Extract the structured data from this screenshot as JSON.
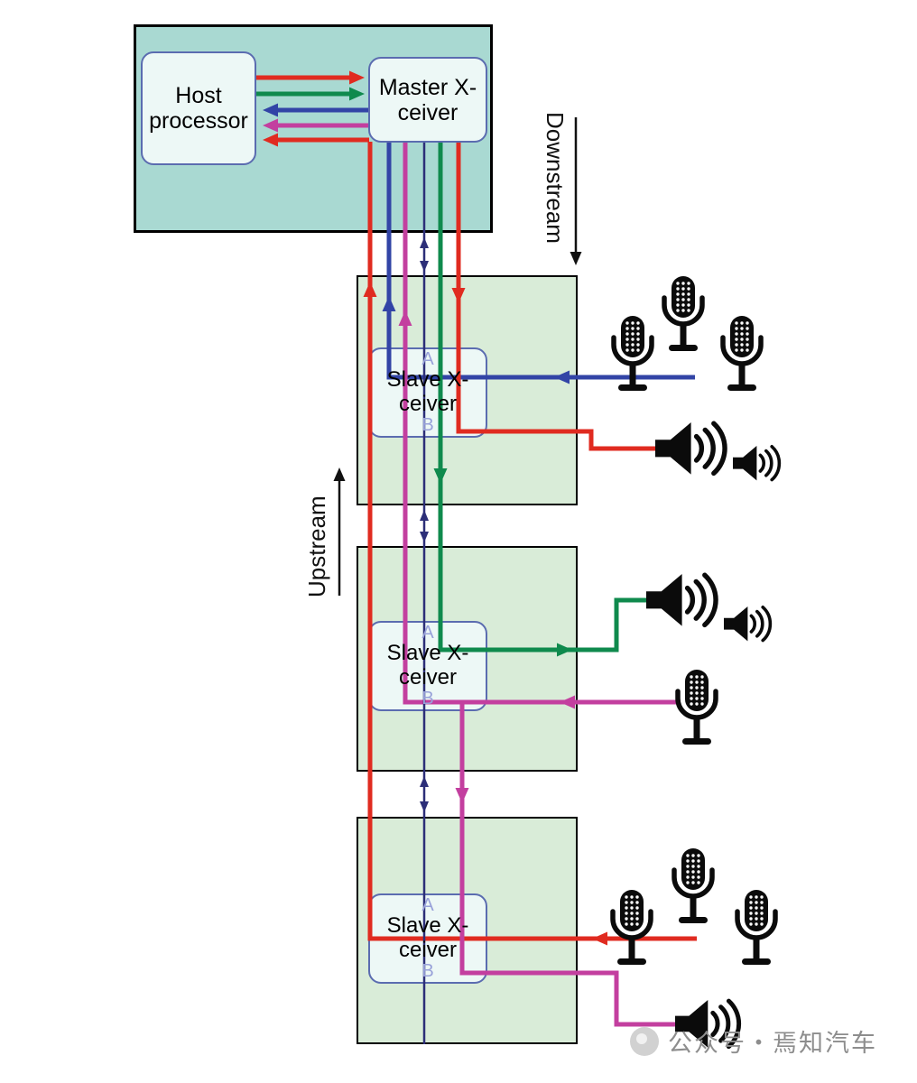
{
  "colors": {
    "red": "#e02b20",
    "green": "#0f8a4d",
    "blue": "#3244a6",
    "magenta": "#c33f9f",
    "navy": "#2c2e78",
    "teal_panel": "#a9d9d2",
    "green_panel": "#d9ecd8",
    "node_fill": "#edf8f6",
    "node_border": "#5b6cb0",
    "port_label": "#98a1d9",
    "watermark_gray": "#8d8d8d",
    "watermark_logo": "#c9c9c9"
  },
  "nodes": {
    "host": {
      "label": "Host processor"
    },
    "master": {
      "label": "Master X-ceiver"
    },
    "slaves": [
      {
        "label": "Slave X-ceiver",
        "port_a": "A",
        "port_b": "B",
        "microphones": 3,
        "speakers": 2
      },
      {
        "label": "Slave X-ceiver",
        "port_a": "A",
        "port_b": "B",
        "microphones": 1,
        "speakers": 2
      },
      {
        "label": "Slave X-ceiver",
        "port_a": "A",
        "port_b": "B",
        "microphones": 3,
        "speakers": 1
      }
    ]
  },
  "flow_labels": {
    "downstream": "Downstream",
    "upstream": "Upstream"
  },
  "watermark": {
    "text": "公众号・焉知汽车"
  },
  "icons": [
    "microphone-icon",
    "speaker-icon",
    "watermark-logo-icon",
    "down-arrow-icon",
    "up-arrow-icon"
  ]
}
